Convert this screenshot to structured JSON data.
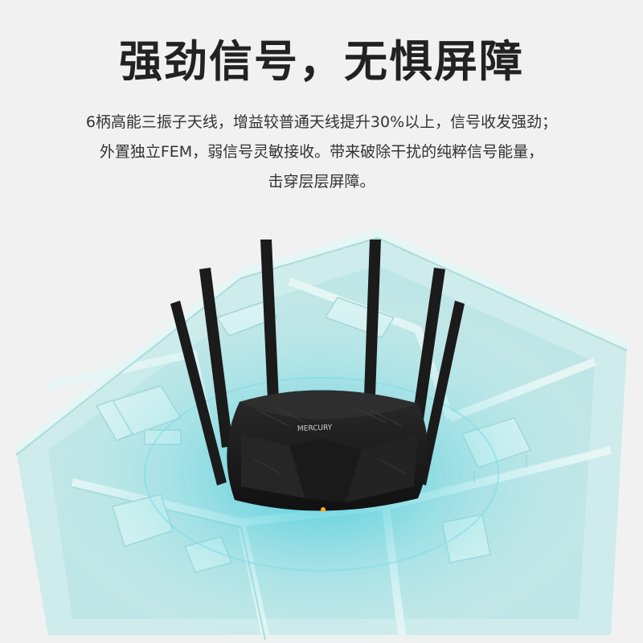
{
  "header": {
    "headline": "强劲信号，无惧屏障",
    "description_lines": [
      "6柄高能三振子天线，增益较普通天线提升30%以上，信号收发强劲；",
      "外置独立FEM，弱信号灵敏接收。带来破除干扰的纯粹信号能量，",
      "击穿层层屏障。"
    ]
  },
  "product": {
    "brand": "MERCURY",
    "antenna_count": 6
  },
  "colors": {
    "background": "#f1f1f1",
    "floorplan_wall": "#cfeeed",
    "floorplan_floor": "#bfe6e6",
    "signal_glow": "#5fd3e0",
    "router_body": "#1c1c1c",
    "status_led": "#ffb020"
  }
}
